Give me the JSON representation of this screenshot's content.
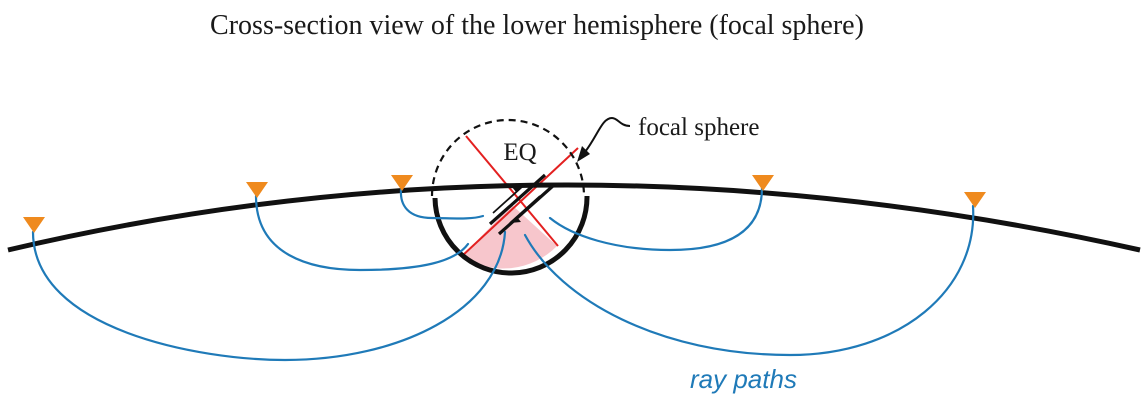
{
  "title": "Cross-section view of the lower hemisphere (focal sphere)",
  "labels": {
    "earthquake": "EQ",
    "focal_sphere": "focal sphere",
    "ray_paths": "ray paths"
  },
  "colors": {
    "ground_line": "#111111",
    "ray": "#1f7ab8",
    "ray_label": "#1f7ab8",
    "nodal_plane": "#e32020",
    "lower_hemisphere_fill": "#f7c6cc",
    "station": "#ef8a1e",
    "fault": "#111111"
  },
  "icons": {
    "station": "inverted-triangle-icon",
    "fault_slip": "fault-slip-arrows-icon",
    "pointer": "curved-arrow-icon"
  }
}
